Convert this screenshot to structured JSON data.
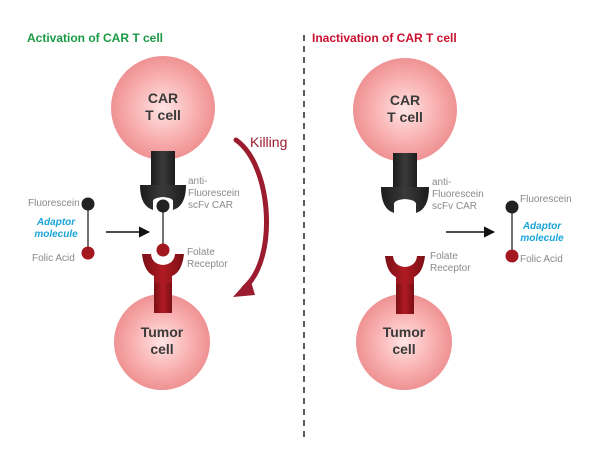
{
  "colors": {
    "activation_title": "#1a9a45",
    "inactivation_title": "#c8102e",
    "adaptor_label": "#1aa4d8",
    "killing": "#9a1c2e",
    "receptor": "#a3171f",
    "car_receptor": "#2b2b2b"
  },
  "left_panel": {
    "title": "Activation of CAR T cell",
    "car_cell": {
      "line1": "CAR",
      "line2": "T cell"
    },
    "tumor_cell": {
      "line1": "Tumor",
      "line2": "cell"
    },
    "car_label": {
      "line1": "anti-",
      "line2": "Fluorescein",
      "line3": "scFv CAR"
    },
    "folate_label": {
      "line1": "Folate",
      "line2": "Receptor"
    },
    "adaptor": {
      "top": "Fluorescein",
      "mid1": "Adaptor",
      "mid2": "molecule",
      "bottom": "Folic Acid"
    },
    "killing": "Killing"
  },
  "right_panel": {
    "title": "Inactivation of CAR T cell",
    "car_cell": {
      "line1": "CAR",
      "line2": "T cell"
    },
    "tumor_cell": {
      "line1": "Tumor",
      "line2": "cell"
    },
    "car_label": {
      "line1": "anti-",
      "line2": "Fluorescein",
      "line3": "scFv CAR"
    },
    "folate_label": {
      "line1": "Folate",
      "line2": "Receptor"
    },
    "adaptor": {
      "top": "Fluorescein",
      "mid1": "Adaptor",
      "mid2": "molecule",
      "bottom": "Folic Acid"
    }
  }
}
